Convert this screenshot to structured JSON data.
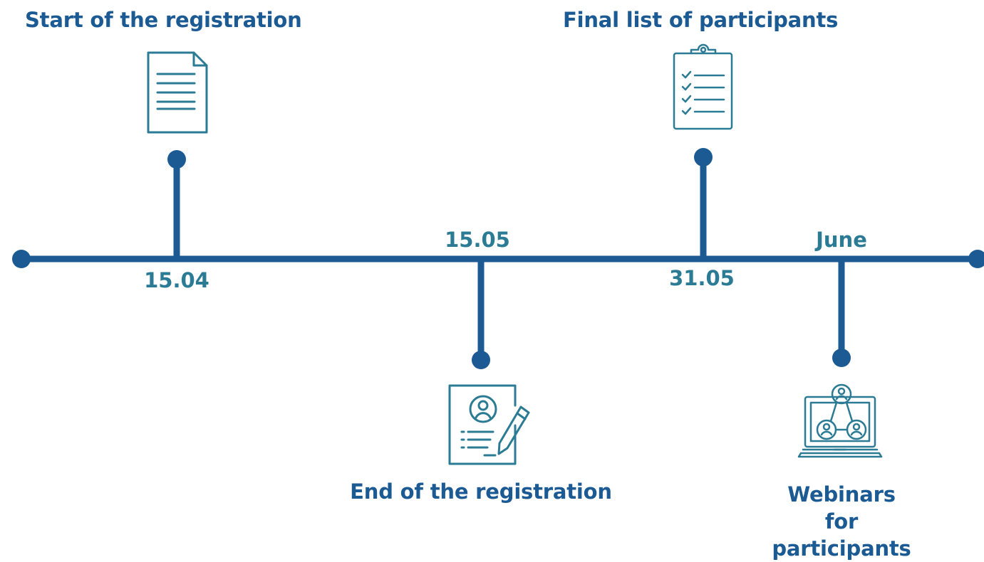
{
  "colors": {
    "line": "#1b5a93",
    "title_text": "#1b5a93",
    "date_text": "#2b7b94",
    "icon_stroke": "#2b7b94"
  },
  "milestones": [
    {
      "id": "start",
      "date": "15.04",
      "title": "Start of the registration",
      "icon": "document-icon",
      "side": "above"
    },
    {
      "id": "end",
      "date": "15.05",
      "title": "End of the registration",
      "icon": "registration-form-icon",
      "side": "below"
    },
    {
      "id": "final",
      "date": "31.05",
      "title": "Final list of participants",
      "icon": "clipboard-checklist-icon",
      "side": "above"
    },
    {
      "id": "webinars",
      "date": "June",
      "title_line1": "Webinars",
      "title_line2": "for participants",
      "icon": "laptop-network-icon",
      "side": "below"
    }
  ]
}
